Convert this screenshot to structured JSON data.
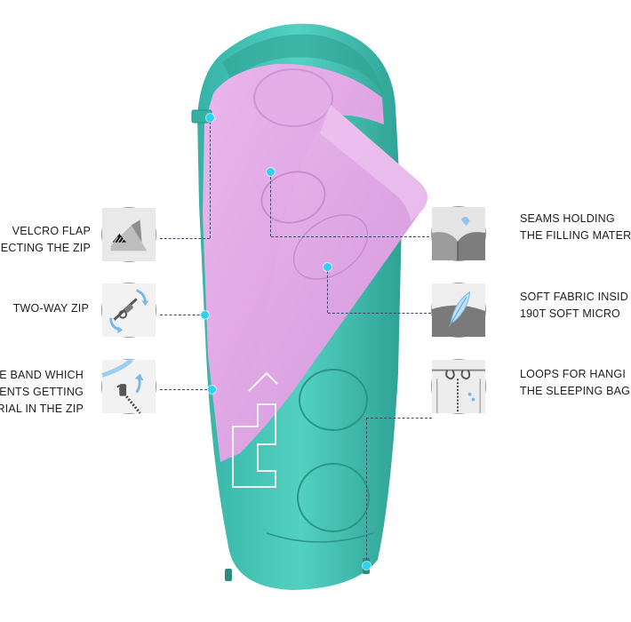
{
  "callouts": {
    "left": [
      {
        "label": "VELCRO FLAP\nECTING THE ZIP",
        "icon": "velcro-flap-icon"
      },
      {
        "label": "TWO-WAY ZIP",
        "icon": "two-way-zip-icon"
      },
      {
        "label": "E BAND WHICH\nENTS GETTING\nRIAL IN THE ZIP",
        "icon": "zip-guard-band-icon"
      }
    ],
    "right": [
      {
        "label": "SEAMS HOLDING\nTHE FILLING MATER",
        "icon": "seam-icon"
      },
      {
        "label": "SOFT FABRIC INSID\n190T SOFT MICRO",
        "icon": "feather-icon"
      },
      {
        "label": "LOOPS FOR HANGI\nTHE SLEEPING BAG",
        "icon": "hanging-loop-icon"
      }
    ]
  },
  "colors": {
    "outer_shell": "#43c6b8",
    "outer_shell_shade": "#2fa89b",
    "lining": "#e2a9e6",
    "lining_shade": "#cf8fd6",
    "marker_dot": "#2fd2f0",
    "leader_line": "#3a4a6a"
  }
}
